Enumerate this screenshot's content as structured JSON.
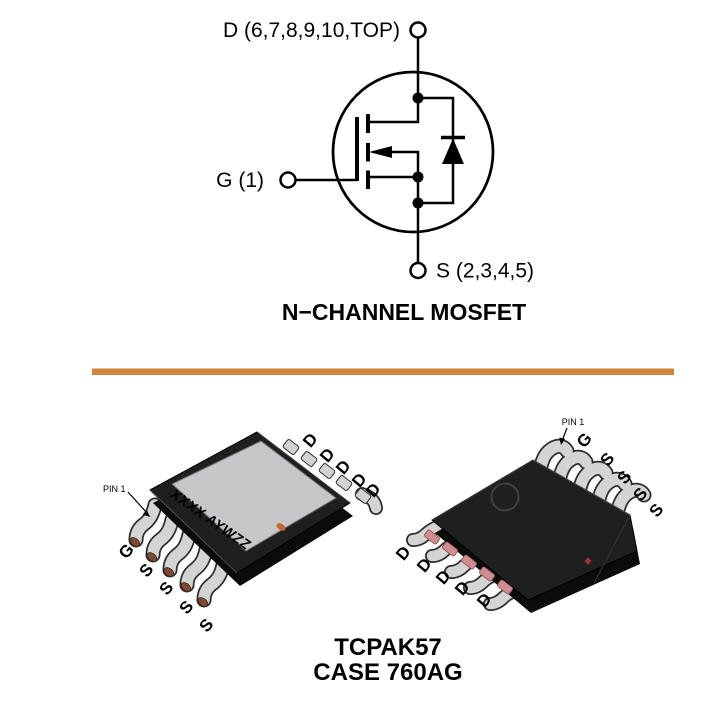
{
  "schematic": {
    "drain_label": "D (6,7,8,9,10,TOP)",
    "gate_label": "G (1)",
    "source_label": "S (2,3,4,5)",
    "caption": "N−CHANNEL MOSFET"
  },
  "divider": {
    "color": "#D0823E"
  },
  "packages": {
    "front_view": {
      "pin1_label": "PIN 1",
      "marking": "XXXX AYWZZ",
      "drain_pins": [
        "D",
        "D",
        "D",
        "D",
        "D"
      ],
      "gate_source_pins": [
        "G",
        "S",
        "S",
        "S",
        "S"
      ]
    },
    "back_view": {
      "pin1_label": "PIN 1",
      "gate_source_pins": [
        "G",
        "S",
        "S",
        "S",
        "S"
      ],
      "drain_pins": [
        "D",
        "D",
        "D",
        "D",
        "D"
      ]
    },
    "case_name": "TCPAK57",
    "case_number": "CASE 760AG",
    "colors": {
      "body": "#1F1F1F",
      "thermal_pad": "#C7C7C9",
      "lead": "#D4D4D4",
      "front_foot_pad": "#7D4A33",
      "back_solder_pad": "#CE8D90",
      "marking_text": "#FFFFFF"
    }
  }
}
